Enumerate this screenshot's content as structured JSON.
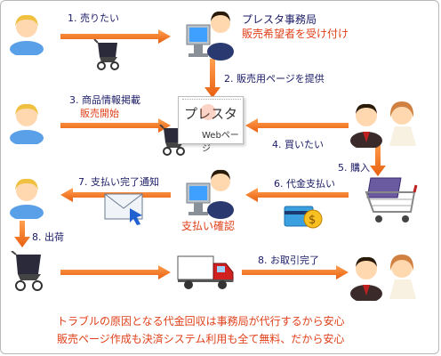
{
  "labels": {
    "step1": "1. 売りたい",
    "office_name": "プレスタ事務局",
    "office_sub": "販売希望者を受け付け",
    "step2": "2. 販売用ページを提供",
    "step3": "3. 商品情報掲載",
    "step3_sub": "販売開始",
    "web_brand": "プレスタ",
    "web_page": "Webページ",
    "step4": "4. 買いたい",
    "step5": "5. 購入",
    "step6": "6. 代金支払い",
    "step7": "7. 支払い完了通知",
    "pay_confirm": "支払い確認",
    "step8_ship": "8. 出荷",
    "step8_done": "8. お取引完了"
  },
  "notes": {
    "line1": "トラブルの原因となる代金回収は事務局が代行するから安心",
    "line2": "販売ページ作成も決済システム利用も全て無料、だから安心"
  },
  "colors": {
    "arrow": "#f07020",
    "label": "#1a1a66",
    "accent": "#e0401a"
  }
}
